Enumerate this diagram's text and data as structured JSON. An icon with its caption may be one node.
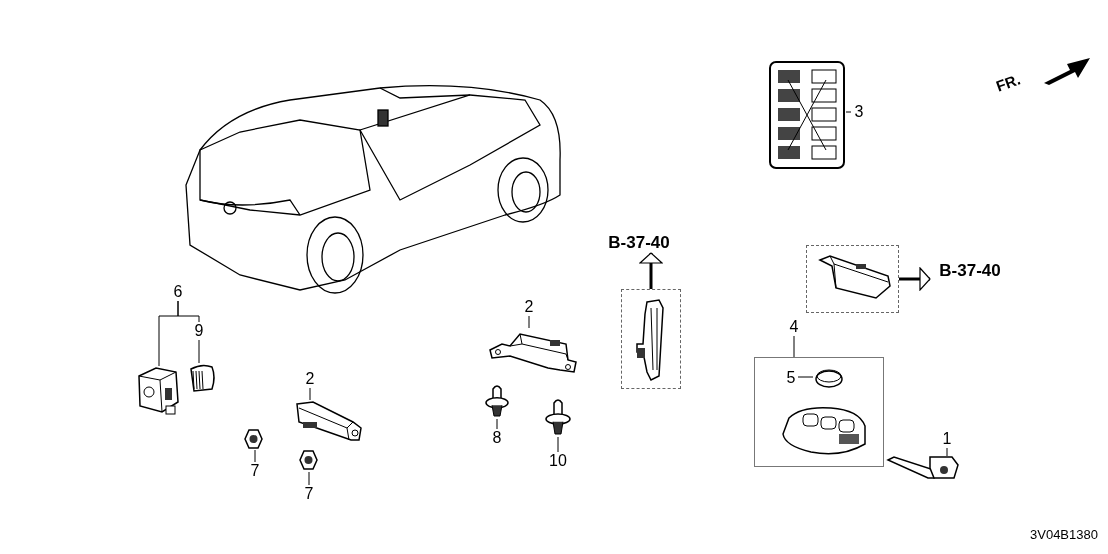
{
  "diagram": {
    "nodes": [
      {
        "text": [
          "3"
        ]
      },
      {
        "text": [],
        "shape": "picture"
      },
      {
        "text": [
          "6"
        ]
      },
      {
        "text": [],
        "shape": "picture"
      },
      {
        "text": [
          "9"
        ]
      },
      {
        "text": [],
        "shape": "picture"
      },
      {
        "text": [
          "7"
        ]
      },
      {
        "text": [],
        "shape": "picture"
      },
      {
        "text": [
          "2"
        ]
      },
      {
        "text": [],
        "shape": "picture"
      },
      {
        "text": [
          "7"
        ]
      },
      {
        "text": [],
        "shape": "picture"
      },
      {
        "text": [
          "2"
        ]
      },
      {
        "text": [],
        "shape": "picture"
      },
      {
        "text": [
          "8"
        ]
      },
      {
        "text": [],
        "shape": "picture"
      },
      {
        "text": [
          "10"
        ]
      },
      {
        "text": [],
        "shape": "picture"
      },
      {
        "text": [
          "B-37-40"
        ]
      },
      {
        "text": [],
        "shape": "box"
      },
      {
        "text": [],
        "shape": "picture",
        "in": 19
      },
      {
        "text": [],
        "shape": "box"
      },
      {
        "text": [],
        "shape": "picture",
        "in": 21
      },
      {
        "text": [
          "B-37-40"
        ]
      },
      {
        "text": [
          "4"
        ]
      },
      {
        "text": [],
        "shape": "box"
      },
      {
        "text": [
          "5"
        ],
        "in": 25
      },
      {
        "text": [],
        "shape": "picture",
        "in": 25
      },
      {
        "text": [],
        "shape": "picture",
        "in": 25
      },
      {
        "text": [
          "1"
        ]
      },
      {
        "text": [],
        "shape": "picture"
      }
    ],
    "edges": [
      {
        "from": 0,
        "to": 1,
        "arrow": "none"
      },
      {
        "from": 2,
        "to": 3,
        "arrow": "none"
      },
      {
        "from": 2,
        "to": 4,
        "arrow": "none"
      },
      {
        "from": 4,
        "to": 5,
        "arrow": "none"
      },
      {
        "from": 6,
        "to": 7,
        "arrow": "none"
      },
      {
        "from": 8,
        "to": 9,
        "arrow": "none"
      },
      {
        "from": 10,
        "to": 11,
        "arrow": "none"
      },
      {
        "from": 12,
        "to": 13,
        "arrow": "none"
      },
      {
        "from": 14,
        "to": 15,
        "arrow": "none"
      },
      {
        "from": 16,
        "to": 17,
        "arrow": "none"
      },
      {
        "from": 19,
        "to": 18,
        "arrow": "to",
        "style": "thick"
      },
      {
        "from": 21,
        "to": 23,
        "arrow": "to",
        "style": "thick"
      },
      {
        "from": 24,
        "to": 25,
        "arrow": "none"
      },
      {
        "from": 26,
        "to": 27,
        "arrow": "none"
      },
      {
        "from": 29,
        "to": 30,
        "arrow": "none"
      }
    ],
    "labels": [
      "FR.",
      "3V04B1380"
    ]
  }
}
